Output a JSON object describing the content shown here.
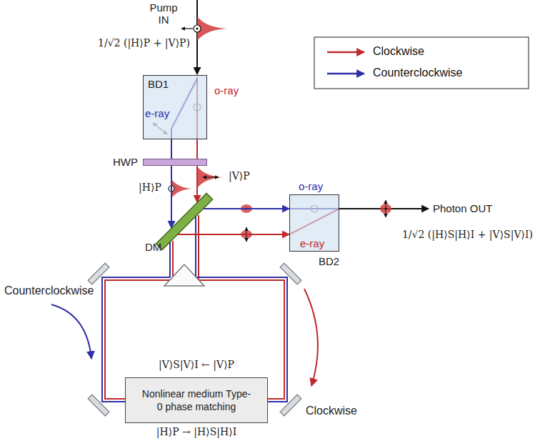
{
  "diagram": {
    "nodes": [
      {
        "text": [
          "BD1"
        ]
      },
      {
        "text": [
          "HWP"
        ]
      },
      {
        "text": [
          "DM"
        ]
      },
      {
        "text": [
          "BD2"
        ]
      },
      {
        "text": [
          "Nonlinear medium Type-0 phase matching"
        ]
      }
    ],
    "edges": [
      {
        "from": 0,
        "to": 1,
        "arrow": "none"
      },
      {
        "from": 1,
        "to": 2,
        "arrow": "to"
      },
      {
        "from": 2,
        "to": 3,
        "arrow": "to"
      }
    ],
    "labels": [
      "Pump IN",
      "1/√2 (|H⟩P + |V⟩P)",
      "e-ray",
      "o-ray",
      "|V⟩P",
      "|H⟩P",
      "o-ray",
      "e-ray",
      "Photon OUT",
      "1/√2 (|H⟩S|H⟩I + |V⟩S|V⟩I)",
      "Counterclockwise",
      "Clockwise",
      "|V⟩S|V⟩I ← |V⟩P",
      "|H⟩P → |H⟩S|H⟩I"
    ],
    "legend": [
      {
        "text": "Clockwise"
      },
      {
        "text": "Counterclockwise"
      }
    ]
  }
}
